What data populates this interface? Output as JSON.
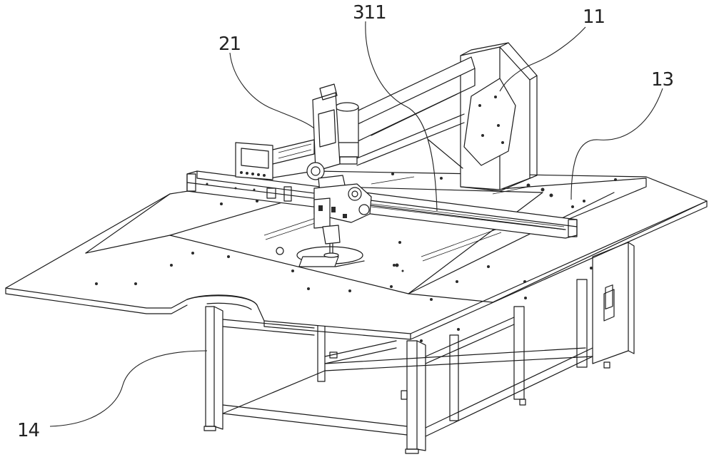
{
  "labels": {
    "frame": "11",
    "head_assembly": "21",
    "crossbeam": "311",
    "worktable": "13",
    "base_stand": "14"
  }
}
